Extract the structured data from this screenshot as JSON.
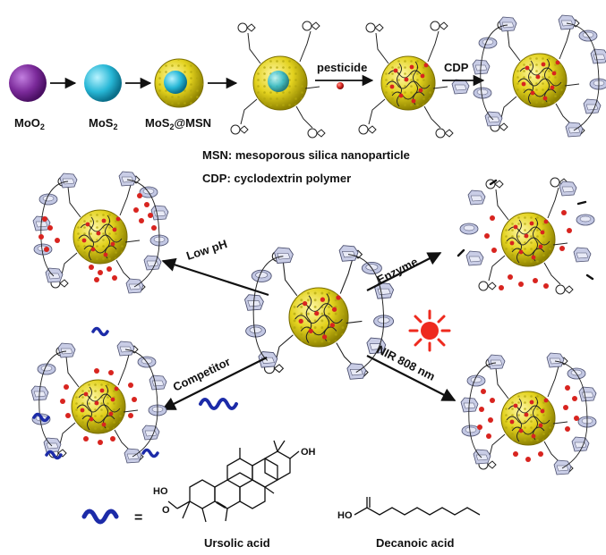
{
  "synthesis": {
    "moo2": {
      "main": "MoO",
      "sub": "2"
    },
    "mos2": {
      "main": "MoS",
      "sub": "2"
    },
    "mos2msn": {
      "main": "MoS",
      "sub": "2",
      "suffix": "@MSN"
    },
    "pesticide_label": "pesticide",
    "cdp_label": "CDP"
  },
  "legend": {
    "msn": "MSN: mesoporous silica nanoparticle",
    "cdp": "CDP: cyclodextrin polymer"
  },
  "triggers": {
    "low_ph": "Low pH",
    "enzyme": "Enzyme",
    "competitor": "Competitor",
    "nir": "NIR 808 nm"
  },
  "competitors": {
    "equals": "=",
    "oh_label": "OH",
    "ho_label": "HO",
    "ursolic_oh": "OH",
    "ursolic_ho": "HO",
    "ursolic_o": "O",
    "ursolic_name": "Ursolic acid",
    "decanoic_name": "Decanoic acid"
  },
  "colors": {
    "moo2": "#7b2a9a",
    "mos2": "#27b7d6",
    "msn": "#e3d21e",
    "pesticide": "#d8241f",
    "cdp": "#b9bfdc",
    "competitor": "#1c2ba8",
    "light": "#ee2a1e"
  }
}
